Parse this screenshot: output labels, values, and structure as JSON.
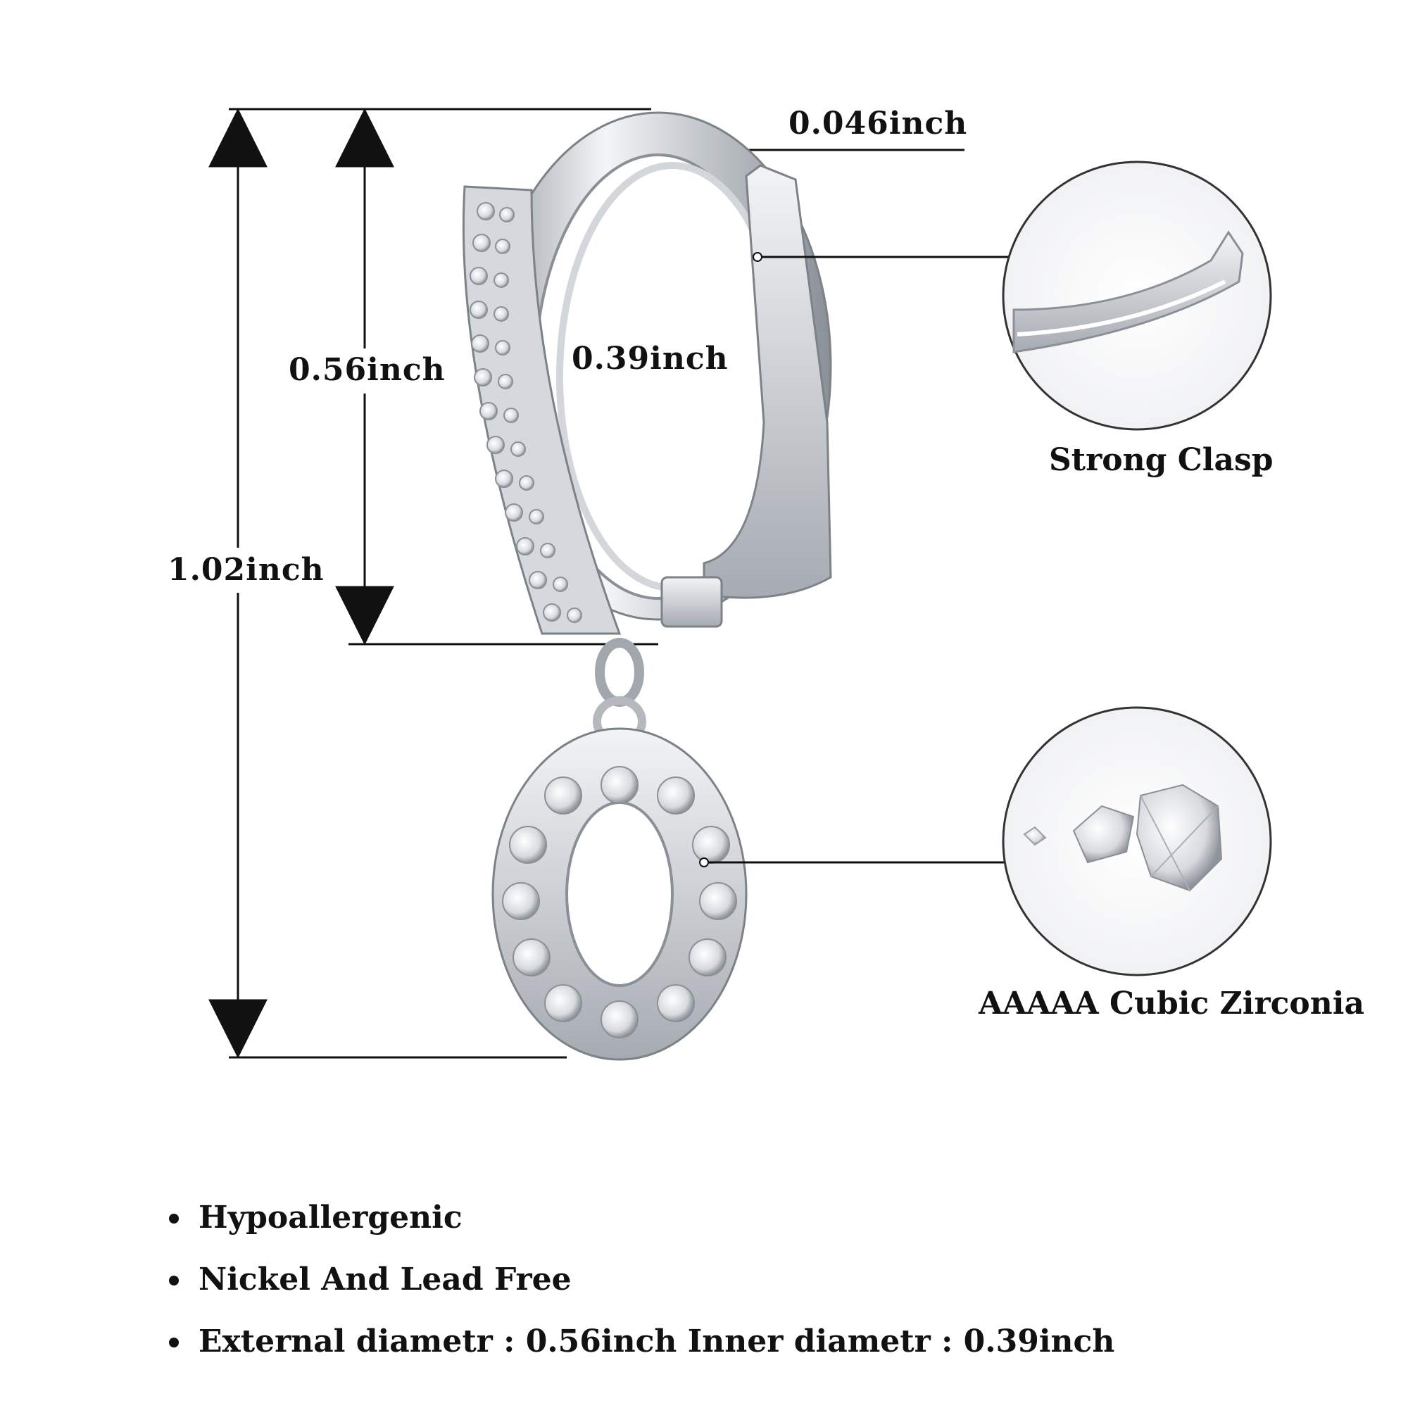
{
  "dimensions": {
    "total_height": "1.02inch",
    "outer_diameter": "0.56inch",
    "inner_diameter": "0.39inch",
    "wire_thickness": "0.046inch"
  },
  "callouts": [
    {
      "label": "Strong Clasp",
      "icon": "clasp-detail-icon"
    },
    {
      "label": "AAAAA Cubic Zirconia",
      "icon": "cubic-zirconia-stones-icon"
    }
  ],
  "features": [
    "Hypoallergenic",
    "Nickel And Lead Free",
    "External diametr : 0.56inch Inner diametr : 0.39inch"
  ],
  "colors": {
    "background": "#ffffff",
    "text": "#111111",
    "silver": "#c9ccd1",
    "silver_dark": "#8e939a"
  }
}
